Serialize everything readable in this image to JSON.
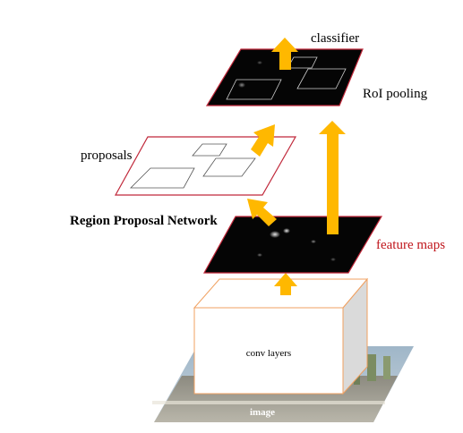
{
  "labels": {
    "classifier": "classifier",
    "roi_pooling": "RoI pooling",
    "proposals": "proposals",
    "rpn": "Region Proposal Network",
    "feature_maps": "feature maps",
    "conv_layers": "conv layers",
    "image": "image"
  },
  "colors": {
    "arrow": "#FFB800",
    "map_fill": "#050505",
    "map_border": "#C0283A",
    "conv_border": "#F0A060",
    "conv_side": "#D9D9D9",
    "feature_maps_text": "#C0161C",
    "text": "#000000"
  }
}
